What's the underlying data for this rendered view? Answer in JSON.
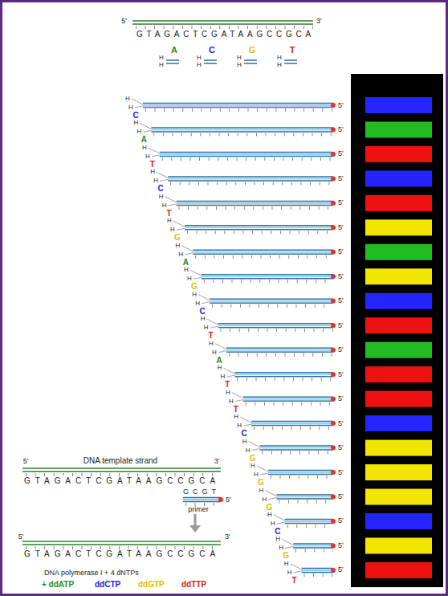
{
  "diagram": {
    "labels": [
      "5'",
      "GTAGACTCGATAAGCCGCA",
      "3'",
      "A",
      "H",
      "H",
      "C",
      "H",
      "H",
      "G",
      "H",
      "H",
      "T",
      "H",
      "H",
      "H",
      "H",
      "C",
      "5'",
      "H",
      "H",
      "A",
      "5'",
      "H",
      "H",
      "T",
      "5'",
      "H",
      "H",
      "C",
      "5'",
      "H",
      "H",
      "T",
      "5'",
      "H",
      "H",
      "G",
      "5'",
      "H",
      "H",
      "A",
      "5'",
      "H",
      "H",
      "G",
      "5'",
      "H",
      "H",
      "C",
      "5'",
      "H",
      "H",
      "T",
      "5'",
      "H",
      "H",
      "A",
      "5'",
      "H",
      "H",
      "T",
      "5'",
      "H",
      "H",
      "T",
      "5'",
      "H",
      "H",
      "C",
      "5'",
      "H",
      "H",
      "G",
      "5'",
      "H",
      "H",
      "G",
      "5'",
      "H",
      "H",
      "G",
      "5'",
      "H",
      "H",
      "C",
      "5'",
      "H",
      "H",
      "G",
      "5'",
      "H",
      "H",
      "T",
      "5'",
      "5'",
      "DNA template strand",
      "3'",
      "GTAGACTCGATAAGCCGCA",
      "GCGT",
      "primer",
      "5'",
      "5'",
      "GTAGACTCGATAAGCCGCA",
      "3'",
      "DNA polymerase I + 4 dNTPs",
      "+ ddATP",
      "ddCTP",
      "ddGTP",
      "ddTTP"
    ]
  }
}
